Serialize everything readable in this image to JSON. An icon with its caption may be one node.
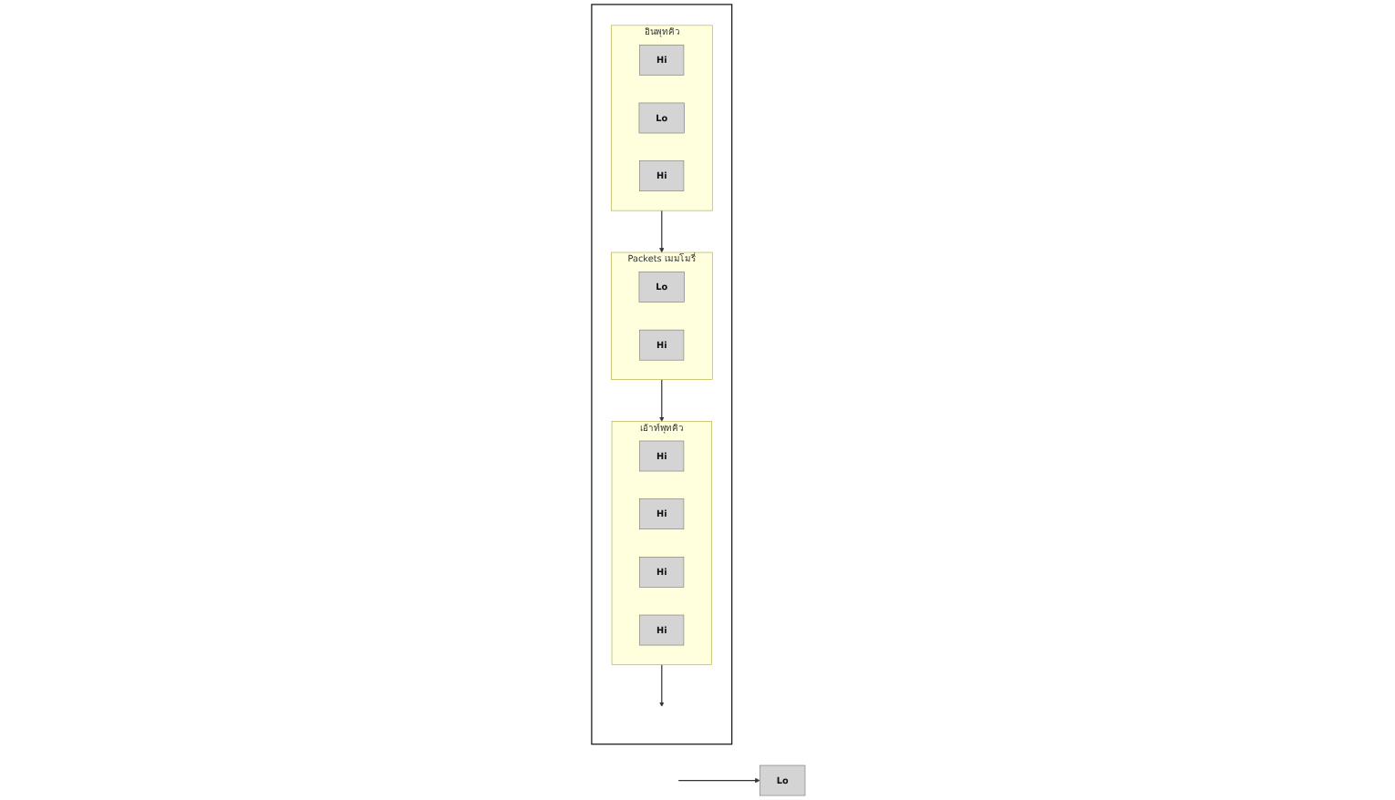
{
  "diagram": {
    "nodes": [
      {
        "text": [],
        "shape": "box"
      },
      {
        "text": [
          "อินพุทคิว"
        ],
        "in": 0
      },
      {
        "text": [
          "Lo"
        ]
      },
      {
        "text": [
          "Hi"
        ],
        "in": 1
      },
      {
        "text": [
          "Lo"
        ],
        "in": 1
      },
      {
        "text": [
          "Hi"
        ],
        "in": 1
      },
      {
        "text": [
          "Packets เมมโมรี่"
        ],
        "in": 0
      },
      {
        "text": [
          "Lo"
        ],
        "in": 6
      },
      {
        "text": [
          "Hi"
        ],
        "in": 6
      },
      {
        "text": [
          "เอ้าท์พุทคิว"
        ],
        "in": 0
      },
      {
        "text": [
          "Hi"
        ],
        "in": 9
      },
      {
        "text": [
          "Hi"
        ],
        "in": 9
      },
      {
        "text": [
          "Hi"
        ],
        "in": 9
      },
      {
        "text": [
          "Hi"
        ],
        "in": 9
      }
    ],
    "edges": [
      {
        "from": null,
        "to": 2,
        "arrow": "to"
      },
      {
        "from": 1,
        "to": 6,
        "arrow": "to"
      },
      {
        "from": 6,
        "to": 9,
        "arrow": "to"
      },
      {
        "from": 9,
        "to": null,
        "arrow": "to"
      }
    ]
  }
}
